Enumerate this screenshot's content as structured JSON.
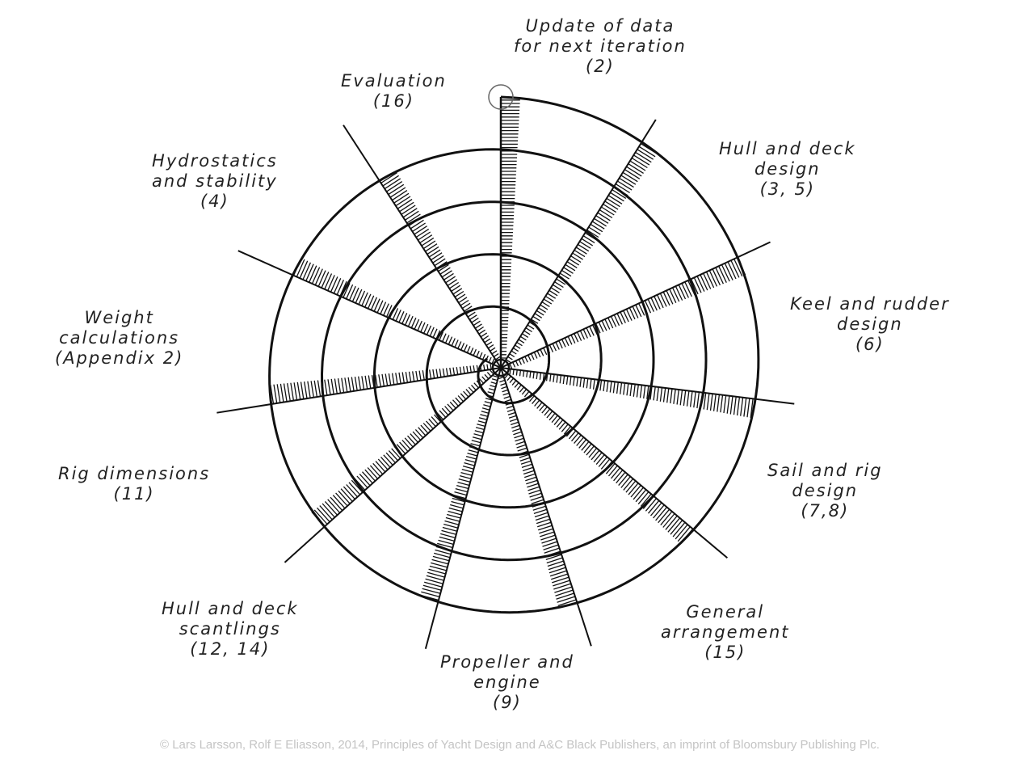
{
  "diagram": {
    "type": "design spiral",
    "spokes": [
      {
        "angle_deg": 0,
        "lines": [
          "Update of data",
          "for next iteration",
          "(2)"
        ]
      },
      {
        "angle_deg": 32,
        "lines": [
          "Hull and deck",
          "design",
          "(3, 5)"
        ]
      },
      {
        "angle_deg": 65,
        "lines": [
          "Keel and rudder",
          "design",
          "(6)"
        ]
      },
      {
        "angle_deg": 97,
        "lines": [
          "Sail and rig",
          "design",
          "(7,8)"
        ]
      },
      {
        "angle_deg": 130,
        "lines": [
          "General",
          "arrangement",
          "(15)"
        ]
      },
      {
        "angle_deg": 162,
        "lines": [
          "Propeller and",
          "engine",
          "(9)"
        ]
      },
      {
        "angle_deg": 195,
        "lines": [
          "Hull and deck",
          "scantlings",
          "(12, 14)"
        ]
      },
      {
        "angle_deg": 228,
        "lines": [
          "Rig dimensions",
          "(11)"
        ]
      },
      {
        "angle_deg": 261,
        "lines": [
          "Weight",
          "calculations",
          "(Appendix 2)"
        ]
      },
      {
        "angle_deg": 294,
        "lines": [
          "Hydrostatics",
          "and stability",
          "(4)"
        ]
      },
      {
        "angle_deg": 327,
        "lines": [
          "Evaluation",
          "(16)"
        ]
      }
    ],
    "line_color": "#111111"
  },
  "copyright": "© Lars Larsson, Rolf E Eliasson, 2014, Principles of Yacht Design and A&C Black Publishers, an imprint of Bloomsbury Publishing Plc."
}
